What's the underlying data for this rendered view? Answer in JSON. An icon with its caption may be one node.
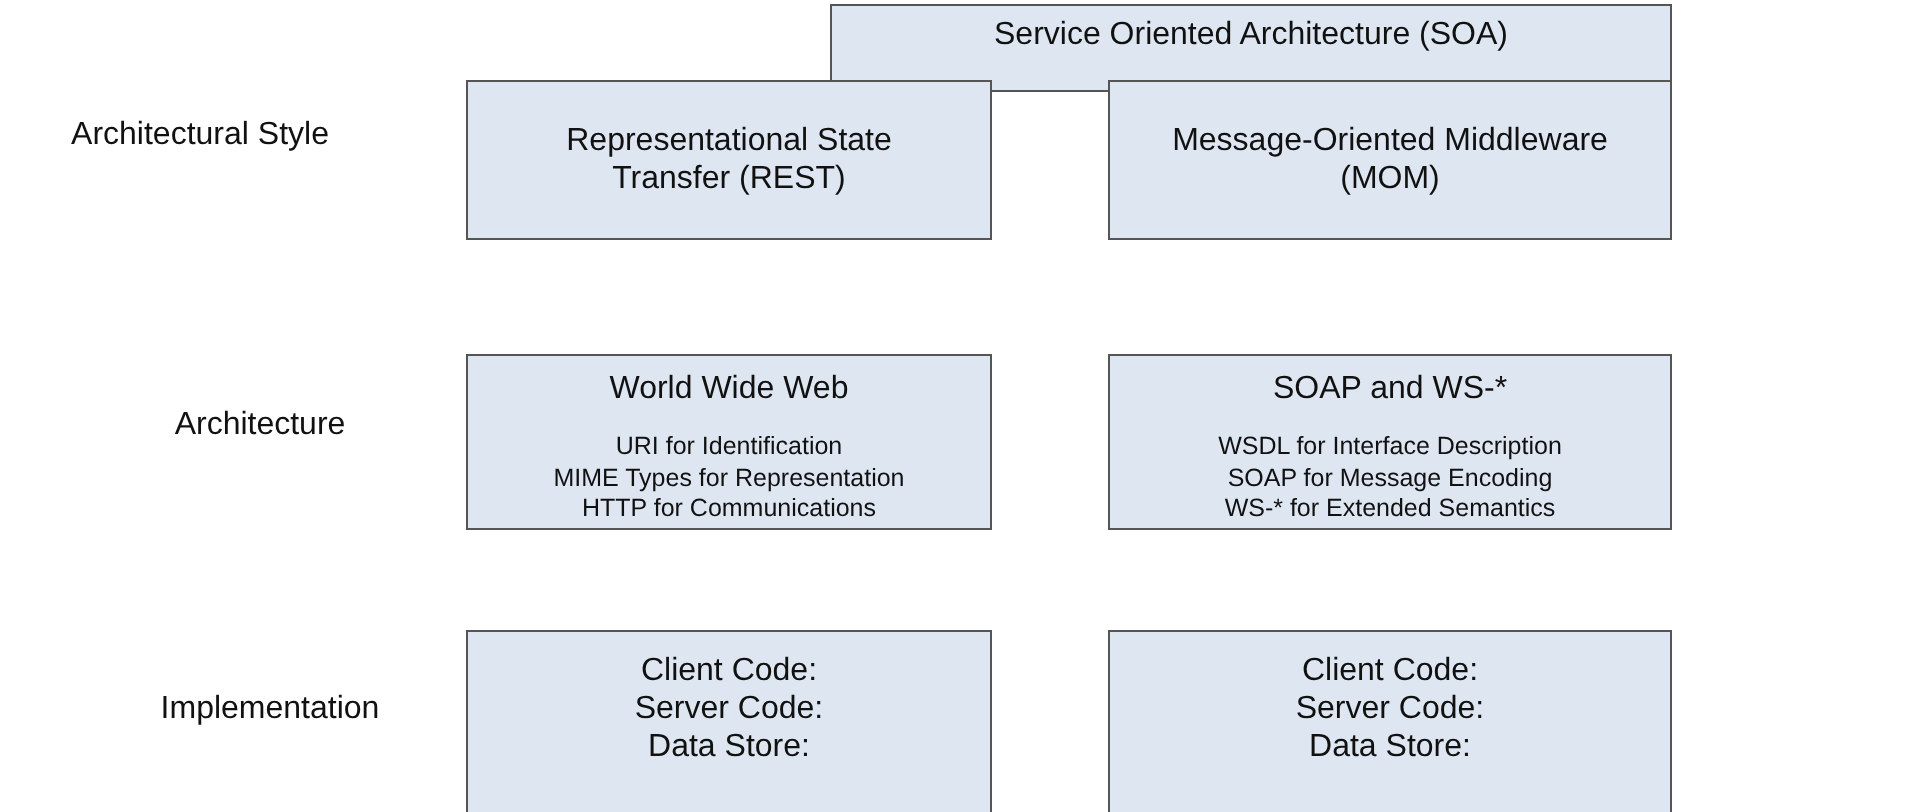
{
  "diagram": {
    "nodes": [
      {
        "text": [
          "Service Oriented Architecture (SOA)"
        ]
      },
      {
        "text": [
          "Representational State Transfer (REST)"
        ]
      },
      {
        "text": [
          "Message-Oriented Middleware (MOM)"
        ]
      },
      {
        "text": [
          "World Wide Web",
          "URI for Identification",
          "MIME Types for Representation",
          "HTTP for Communications"
        ]
      },
      {
        "text": [
          "SOAP and WS-*",
          "WSDL for Interface Description",
          "SOAP for Message Encoding",
          "WS-* for Extended Semantics"
        ]
      },
      {
        "text": [
          "Client Code:",
          "Server Code:",
          "Data Store:"
        ]
      },
      {
        "text": [
          "Client Code:",
          "Server Code:",
          "Data Store:"
        ]
      }
    ],
    "edges": [],
    "labels": [
      "Architectural Style",
      "Architecture",
      "Implementation"
    ]
  }
}
